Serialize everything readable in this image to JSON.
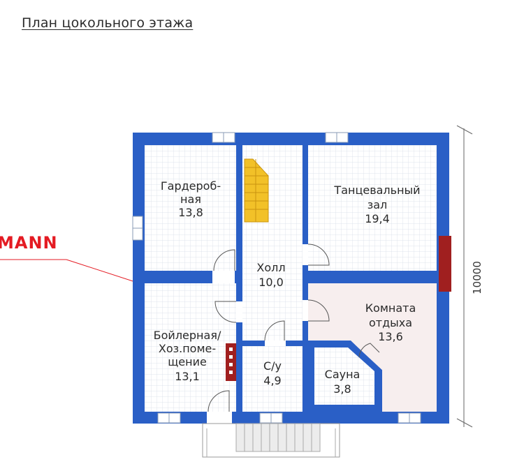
{
  "plan": {
    "title": "План цокольного этажа",
    "brand": "MANN",
    "dimension": "10000",
    "colors": {
      "wall": "#2a5fc6",
      "grid": "#d5dce6",
      "floor": "#ffffff",
      "rest_floor": "#f7eeee",
      "chimney": "#a01f1f",
      "stairs": "#f2c128",
      "brand": "#e41b23"
    },
    "rooms": {
      "wardrobe": {
        "line1": "Гардероб-",
        "line2": "ная",
        "area": "13,8"
      },
      "dance": {
        "line1": "Танцевальный",
        "line2": "зал",
        "area": "19,4"
      },
      "hall": {
        "name": "Холл",
        "area": "10,0"
      },
      "boiler": {
        "line1": "Бойлерная/",
        "line2": "Хоз.поме-",
        "line3": "щение",
        "area": "13,1"
      },
      "wc": {
        "name": "С/у",
        "area": "4,9"
      },
      "sauna": {
        "name": "Сауна",
        "area": "3,8"
      },
      "rest": {
        "line1": "Комната",
        "line2": "отдыха",
        "area": "13,6"
      }
    }
  }
}
